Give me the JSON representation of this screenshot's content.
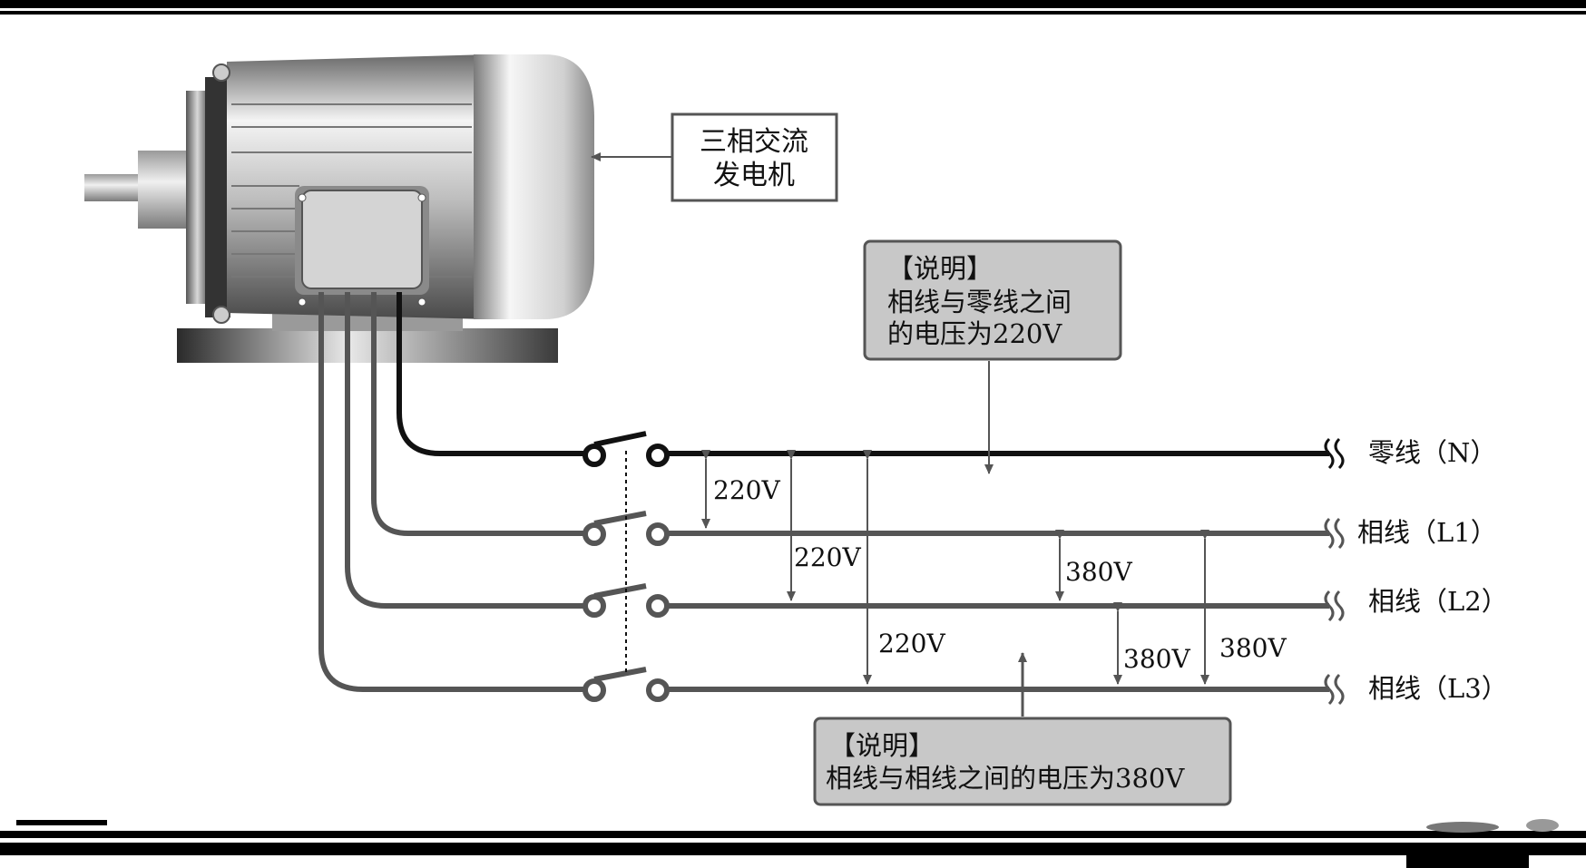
{
  "generator_label": {
    "line1": "三相交流",
    "line2": "发电机"
  },
  "note_220": {
    "title": "【说明】",
    "line1": "相线与零线之间",
    "line2": "的电压为220V"
  },
  "note_380": {
    "title": "【说明】",
    "line1": "相线与相线之间的电压为380V"
  },
  "lines": {
    "neutral": "零线（N）",
    "l1": "相线（L1）",
    "l2": "相线（L2）",
    "l3": "相线（L3）"
  },
  "voltages": {
    "n_l1": "220V",
    "n_l2": "220V",
    "n_l3": "220V",
    "l1_l2": "380V",
    "l2_l3": "380V",
    "l1_l3": "380V"
  },
  "colors": {
    "neutral_wire": "#111111",
    "phase_wire": "#555555",
    "note_fill": "#c8c8c8",
    "frame_bar": "#000000"
  }
}
